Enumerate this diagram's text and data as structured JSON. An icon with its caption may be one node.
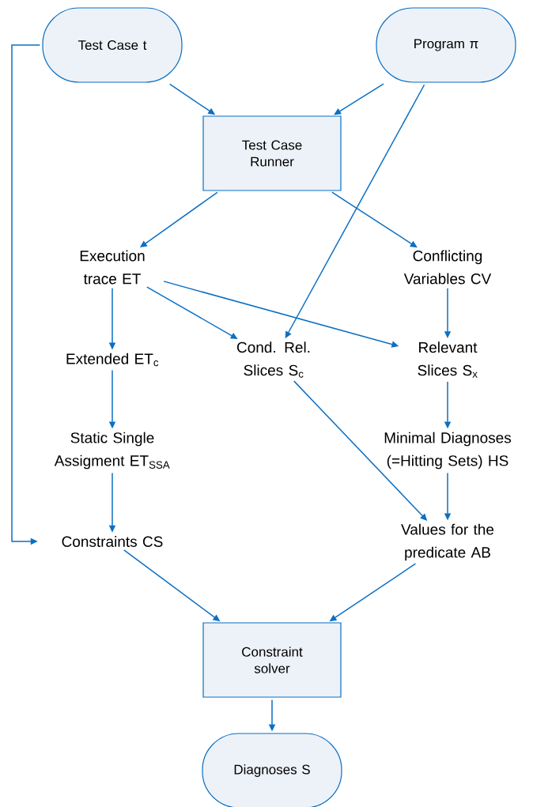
{
  "diagram": {
    "nodes": [
      {
        "text": [
          "Test Case t"
        ]
      },
      {
        "text": [
          "Program π"
        ]
      },
      {
        "text": [
          "Test Case Runner"
        ]
      },
      {
        "text": [
          "Execution trace ET"
        ]
      },
      {
        "text": [
          "Conflicting Variables CV"
        ]
      },
      {
        "text": [
          "Extended ET$_{c}$"
        ]
      },
      {
        "text": [
          "Cond. Rel. Slices S$_{c}$"
        ]
      },
      {
        "text": [
          "Relevant Slices S$_{x}$"
        ]
      },
      {
        "text": [
          "Static Single Assigment ET$_{SSA}$"
        ]
      },
      {
        "text": [
          "Minimal Diagnoses (=Hitting Sets) HS"
        ]
      },
      {
        "text": [
          "Constraints CS"
        ]
      },
      {
        "text": [
          "Values for the predicate AB"
        ]
      },
      {
        "text": [
          "Constraint solver"
        ]
      },
      {
        "text": [
          "Diagnoses S"
        ]
      }
    ],
    "edges": [
      {
        "from": 0,
        "to": 2,
        "arrow": "to"
      },
      {
        "from": 1,
        "to": 2,
        "arrow": "to"
      },
      {
        "from": 2,
        "to": 3,
        "arrow": "to"
      },
      {
        "from": 2,
        "to": 4,
        "arrow": "to"
      },
      {
        "from": 1,
        "to": 6,
        "arrow": "to"
      },
      {
        "from": 3,
        "to": 5,
        "arrow": "to"
      },
      {
        "from": 3,
        "to": 6,
        "arrow": "to"
      },
      {
        "from": 3,
        "to": 7,
        "arrow": "to"
      },
      {
        "from": 4,
        "to": 7,
        "arrow": "to"
      },
      {
        "from": 5,
        "to": 8,
        "arrow": "to"
      },
      {
        "from": 8,
        "to": 10,
        "arrow": "to"
      },
      {
        "from": 0,
        "to": 10,
        "arrow": "to"
      },
      {
        "from": 7,
        "to": 9,
        "arrow": "to"
      },
      {
        "from": 9,
        "to": 11,
        "arrow": "to"
      },
      {
        "from": 6,
        "to": 11,
        "arrow": "to"
      },
      {
        "from": 10,
        "to": 12,
        "arrow": "to"
      },
      {
        "from": 11,
        "to": 12,
        "arrow": "to"
      },
      {
        "from": 12,
        "to": 13,
        "arrow": "to"
      }
    ]
  }
}
